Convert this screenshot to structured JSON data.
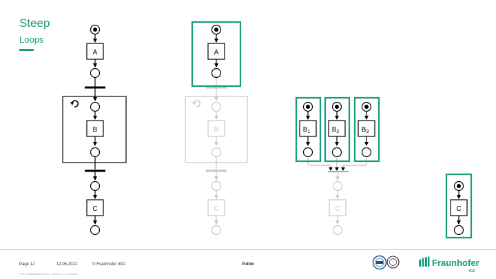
{
  "slide": {
    "title": "Steep",
    "subtitle": "Loops"
  },
  "diagram": {
    "nodes": {
      "a": "A",
      "b": "B",
      "c": "C",
      "b1": "B",
      "b1_sub": "1",
      "b2": "B",
      "b2_sub": "2",
      "b3": "B",
      "b3_sub": "3"
    },
    "colors": {
      "highlight": "#179c7d",
      "active": "#000000",
      "faded": "#c8c8c8"
    },
    "icons": [
      "loop-arrow-icon",
      "start-place-icon",
      "place-icon",
      "transition-bar-icon"
    ]
  },
  "footer": {
    "page": "Page 12",
    "date": "12.05.2022",
    "copyright": "© Fraunhofer IGD",
    "classification": "Public",
    "small_print": "TTD Kontaktdetails Security · Version 0.4 · 12.05.2022",
    "org_name": "Fraunhofer",
    "org_unit": "IGD"
  }
}
